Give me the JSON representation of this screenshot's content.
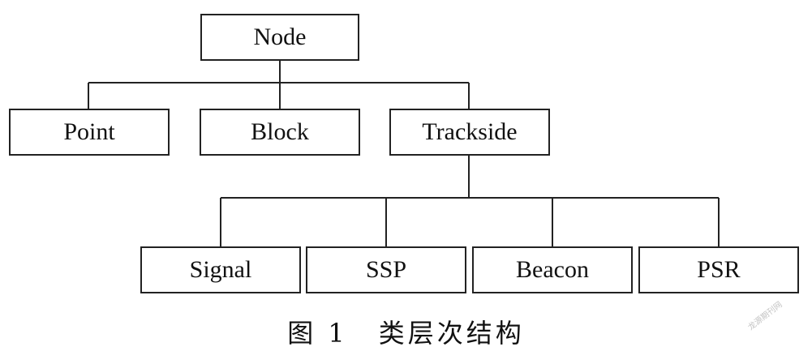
{
  "diagram": {
    "root": "Node",
    "level1": [
      "Point",
      "Block",
      "Trackside"
    ],
    "level2": [
      "Signal",
      "SSP",
      "Beacon",
      "PSR"
    ]
  },
  "caption": {
    "figure_label": "图 1",
    "text": "类层次结构"
  },
  "watermark": "龙源期刊网",
  "colors": {
    "line": "#222222",
    "text": "#111111",
    "background": "#ffffff"
  }
}
